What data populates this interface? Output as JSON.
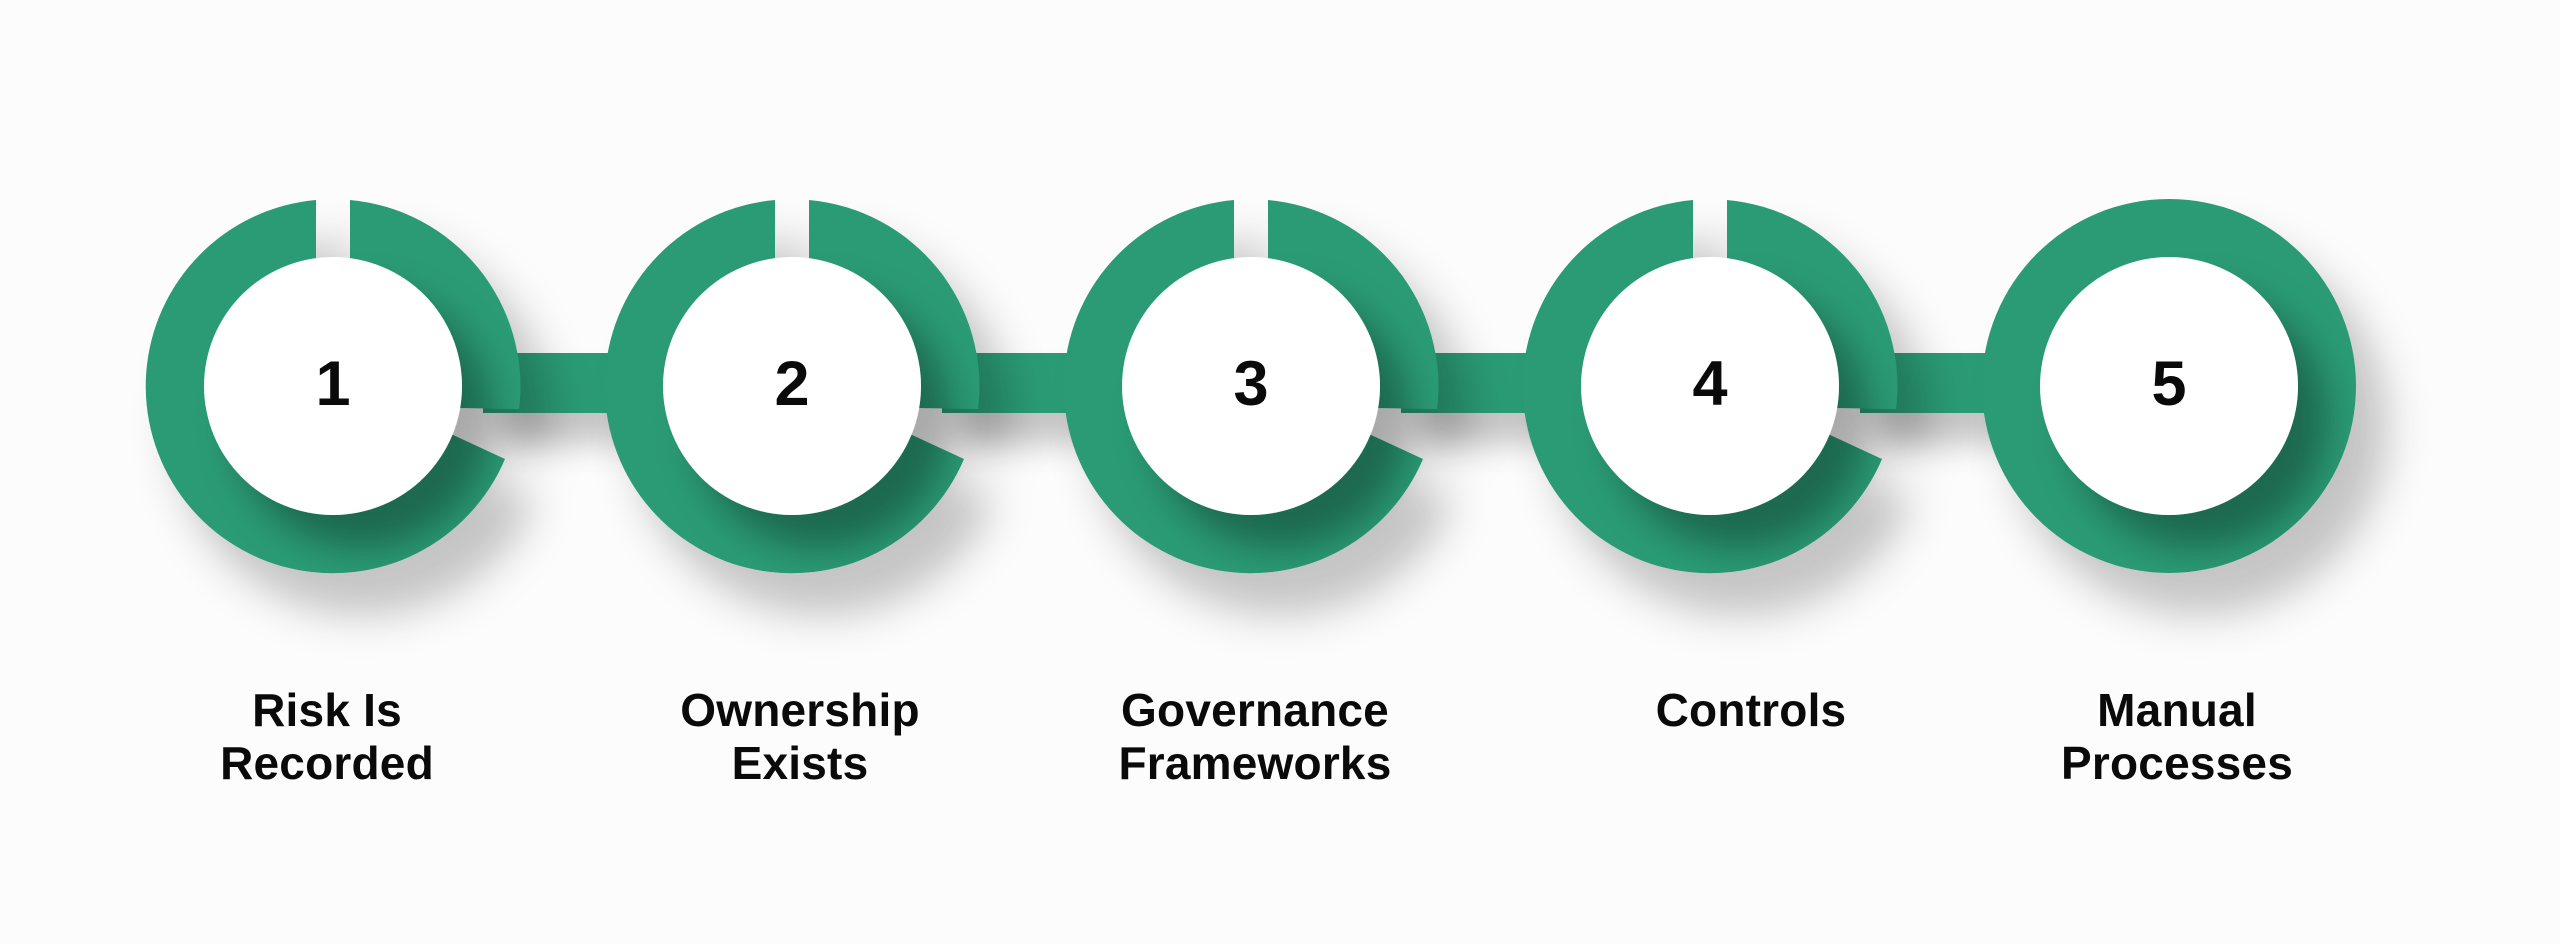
{
  "diagram": {
    "accent_color": "#2a9b74",
    "background_color": "#fcfcfc",
    "text_color": "#0a0a0a",
    "steps": [
      {
        "number": "1",
        "label_line1": "Risk Is",
        "label_line2": "Recorded"
      },
      {
        "number": "2",
        "label_line1": "Ownership",
        "label_line2": "Exists"
      },
      {
        "number": "3",
        "label_line1": "Governance",
        "label_line2": "Frameworks"
      },
      {
        "number": "4",
        "label_line1": "Controls",
        "label_line2": ""
      },
      {
        "number": "5",
        "label_line1": "Manual",
        "label_line2": "Processes"
      }
    ]
  }
}
